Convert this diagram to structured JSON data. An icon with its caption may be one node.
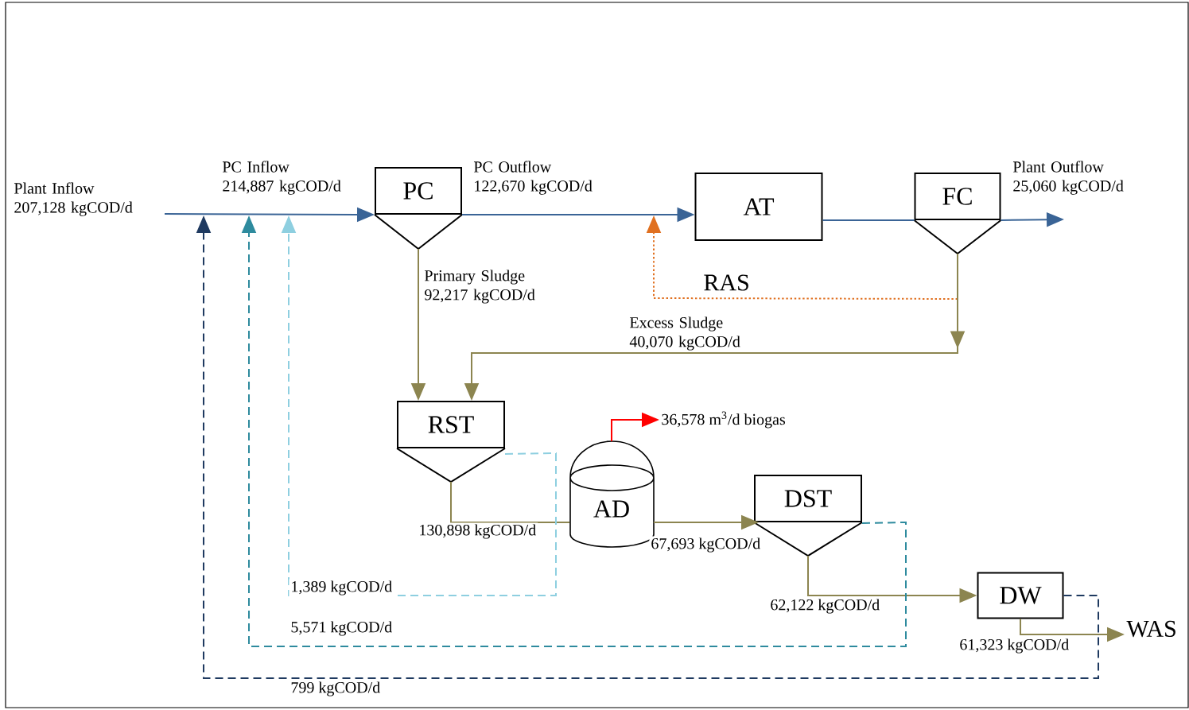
{
  "diagram": {
    "nodes": [
      {
        "text": [
          "PC"
        ]
      },
      {
        "text": [
          "AT"
        ]
      },
      {
        "text": [
          "FC"
        ]
      },
      {
        "text": [
          "RST"
        ]
      },
      {
        "text": [
          "AD"
        ]
      },
      {
        "text": [
          "DST"
        ]
      },
      {
        "text": [
          "DW"
        ]
      },
      {
        "text": [
          "WAS"
        ]
      },
      {
        "text": [
          "36,578 m$^{3}$/d biogas"
        ]
      }
    ],
    "edges": [
      {
        "from": null,
        "to": 0,
        "arrow": "to",
        "label": "PC Inflow 214,887 kgCOD/d",
        "color": "#3a6496"
      },
      {
        "from": 0,
        "to": 1,
        "arrow": "to",
        "label": "PC Outflow 122,670 kgCOD/d",
        "color": "#3a6496"
      },
      {
        "from": 1,
        "to": 2,
        "arrow": "none",
        "color": "#3a6496"
      },
      {
        "from": 2,
        "to": null,
        "arrow": "to",
        "label": "Plant Outflow 25,060 kgCOD/d",
        "color": "#3a6496"
      },
      {
        "from": 2,
        "to": null,
        "arrow": "to",
        "label": "RAS",
        "style": "dashed",
        "color": "#e07020"
      },
      {
        "from": 0,
        "to": 3,
        "arrow": "to",
        "label": "Primary Sludge 92,217 kgCOD/d"
      },
      {
        "from": 2,
        "to": 3,
        "arrow": "to",
        "label": "Excess Sludge 40,070 kgCOD/d"
      },
      {
        "from": 3,
        "to": 4,
        "arrow": "none",
        "label": "130,898 kgCOD/d"
      },
      {
        "from": 4,
        "to": 5,
        "arrow": "to",
        "label": "67,693 kgCOD/d"
      },
      {
        "from": 5,
        "to": 6,
        "arrow": "to",
        "label": "62,122 kgCOD/d"
      },
      {
        "from": 6,
        "to": 7,
        "arrow": "to",
        "label": "61,323 kgCOD/d"
      },
      {
        "from": 4,
        "to": 8,
        "arrow": "to",
        "color": "#ff0000"
      },
      {
        "from": 3,
        "to": null,
        "arrow": "to",
        "label": "1,389 kgCOD/d",
        "style": "dashed",
        "color": "#8ecfe0"
      },
      {
        "from": 5,
        "to": null,
        "arrow": "to",
        "label": "5,571 kgCOD/d",
        "style": "dashed",
        "color": "#2e8b9e"
      },
      {
        "from": 6,
        "to": null,
        "arrow": "to",
        "label": "799 kgCOD/d",
        "style": "dashed",
        "color": "#1f3a60"
      }
    ],
    "labels": [
      "Plant Inflow 207,128 kgCOD/d"
    ]
  }
}
